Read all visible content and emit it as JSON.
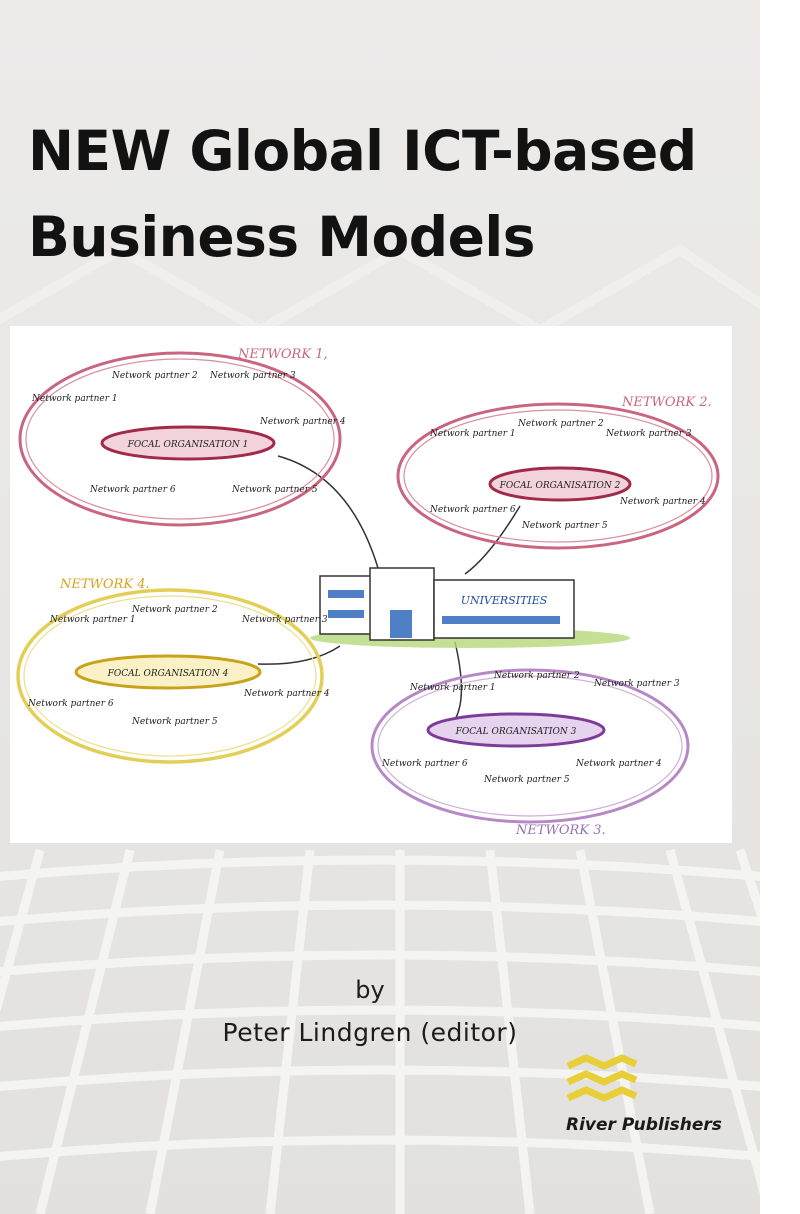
{
  "cover": {
    "title_line1": "NEW Global ICT-based",
    "title_line2": "Business Models",
    "by": "by",
    "author": "Peter  Lindgren  (editor)",
    "publisher": "River Publishers"
  },
  "diagram": {
    "networks": [
      {
        "label": "NETWORK 1,",
        "color": "#c9657e",
        "focal": "FOCAL ORGANISATION 1",
        "partners": [
          "Network partner 1",
          "Network partner 2",
          "Network partner 3",
          "Network partner 4",
          "Network partner 5",
          "Network partner 6"
        ]
      },
      {
        "label": "NETWORK 2.",
        "color": "#c9657e",
        "focal": "FOCAL ORGANISATION 2",
        "partners": [
          "Network partner 1",
          "Network partner 2",
          "Network partner 3",
          "Network partner 4",
          "Network partner 5",
          "Network partner 6"
        ]
      },
      {
        "label": "NETWORK 4.",
        "color": "#e3cf58",
        "focal": "FOCAL ORGANISATION 4",
        "partners": [
          "Network partner 1",
          "Network partner 2",
          "Network partner 3",
          "Network partner 4",
          "Network partner 5",
          "Network partner 6"
        ]
      },
      {
        "label": "NETWORK 3.",
        "color": "#b689c6",
        "focal": "FOCAL ORGANISATION 3",
        "partners": [
          "Network partner 1",
          "Network partner 2",
          "Network partner 3",
          "Network partner 4",
          "Network partner 5",
          "Network partner 6"
        ]
      }
    ],
    "center": "UNIVERSITIES"
  }
}
